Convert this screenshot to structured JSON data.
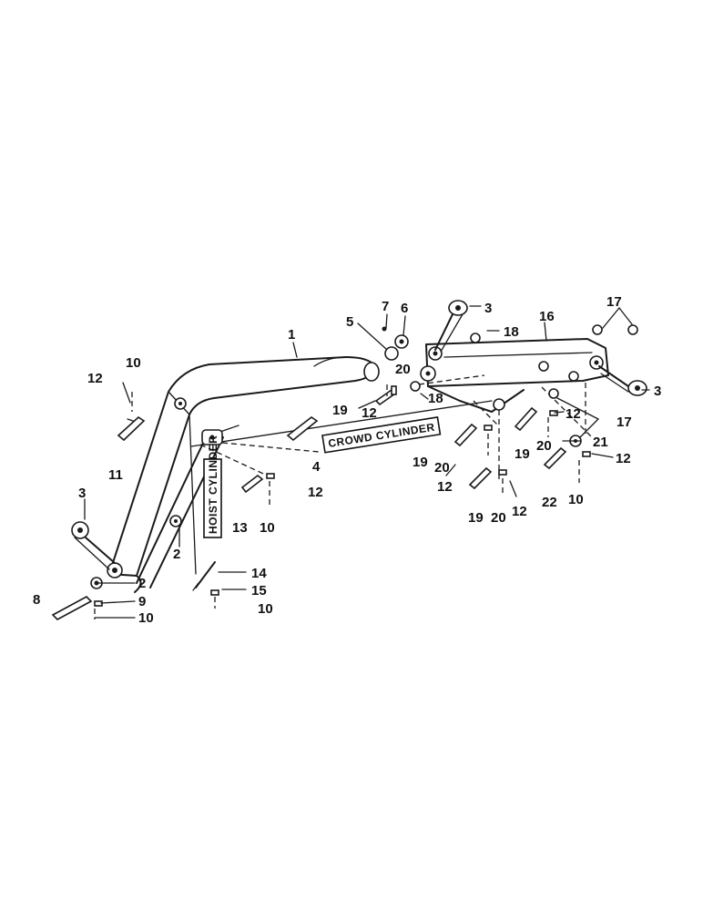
{
  "labels": {
    "crowd_cylinder": "CROWD CYLINDER",
    "hoist_cylinder": "HOIST CYLINDER"
  },
  "callouts": {
    "c1": "1",
    "c2a": "2",
    "c2b": "2",
    "c3a": "3",
    "c3b": "3",
    "c3c": "3",
    "c4": "4",
    "c5": "5",
    "c6": "6",
    "c7": "7",
    "c8": "8",
    "c9": "9",
    "c10a": "10",
    "c10b": "10",
    "c10c": "10",
    "c10d": "10",
    "c10e": "10",
    "c11": "11",
    "c12a": "12",
    "c12b": "12",
    "c12c": "12",
    "c12d": "12",
    "c12e": "12",
    "c12f": "12",
    "c12g": "12",
    "c13": "13",
    "c14": "14",
    "c15": "15",
    "c16": "16",
    "c17a": "17",
    "c17b": "17",
    "c18a": "18",
    "c18b": "18",
    "c19a": "19",
    "c19b": "19",
    "c19c": "19",
    "c19d": "19",
    "c20a": "20",
    "c20b": "20",
    "c20c": "20",
    "c20d": "20",
    "c21": "21",
    "c22": "22"
  }
}
